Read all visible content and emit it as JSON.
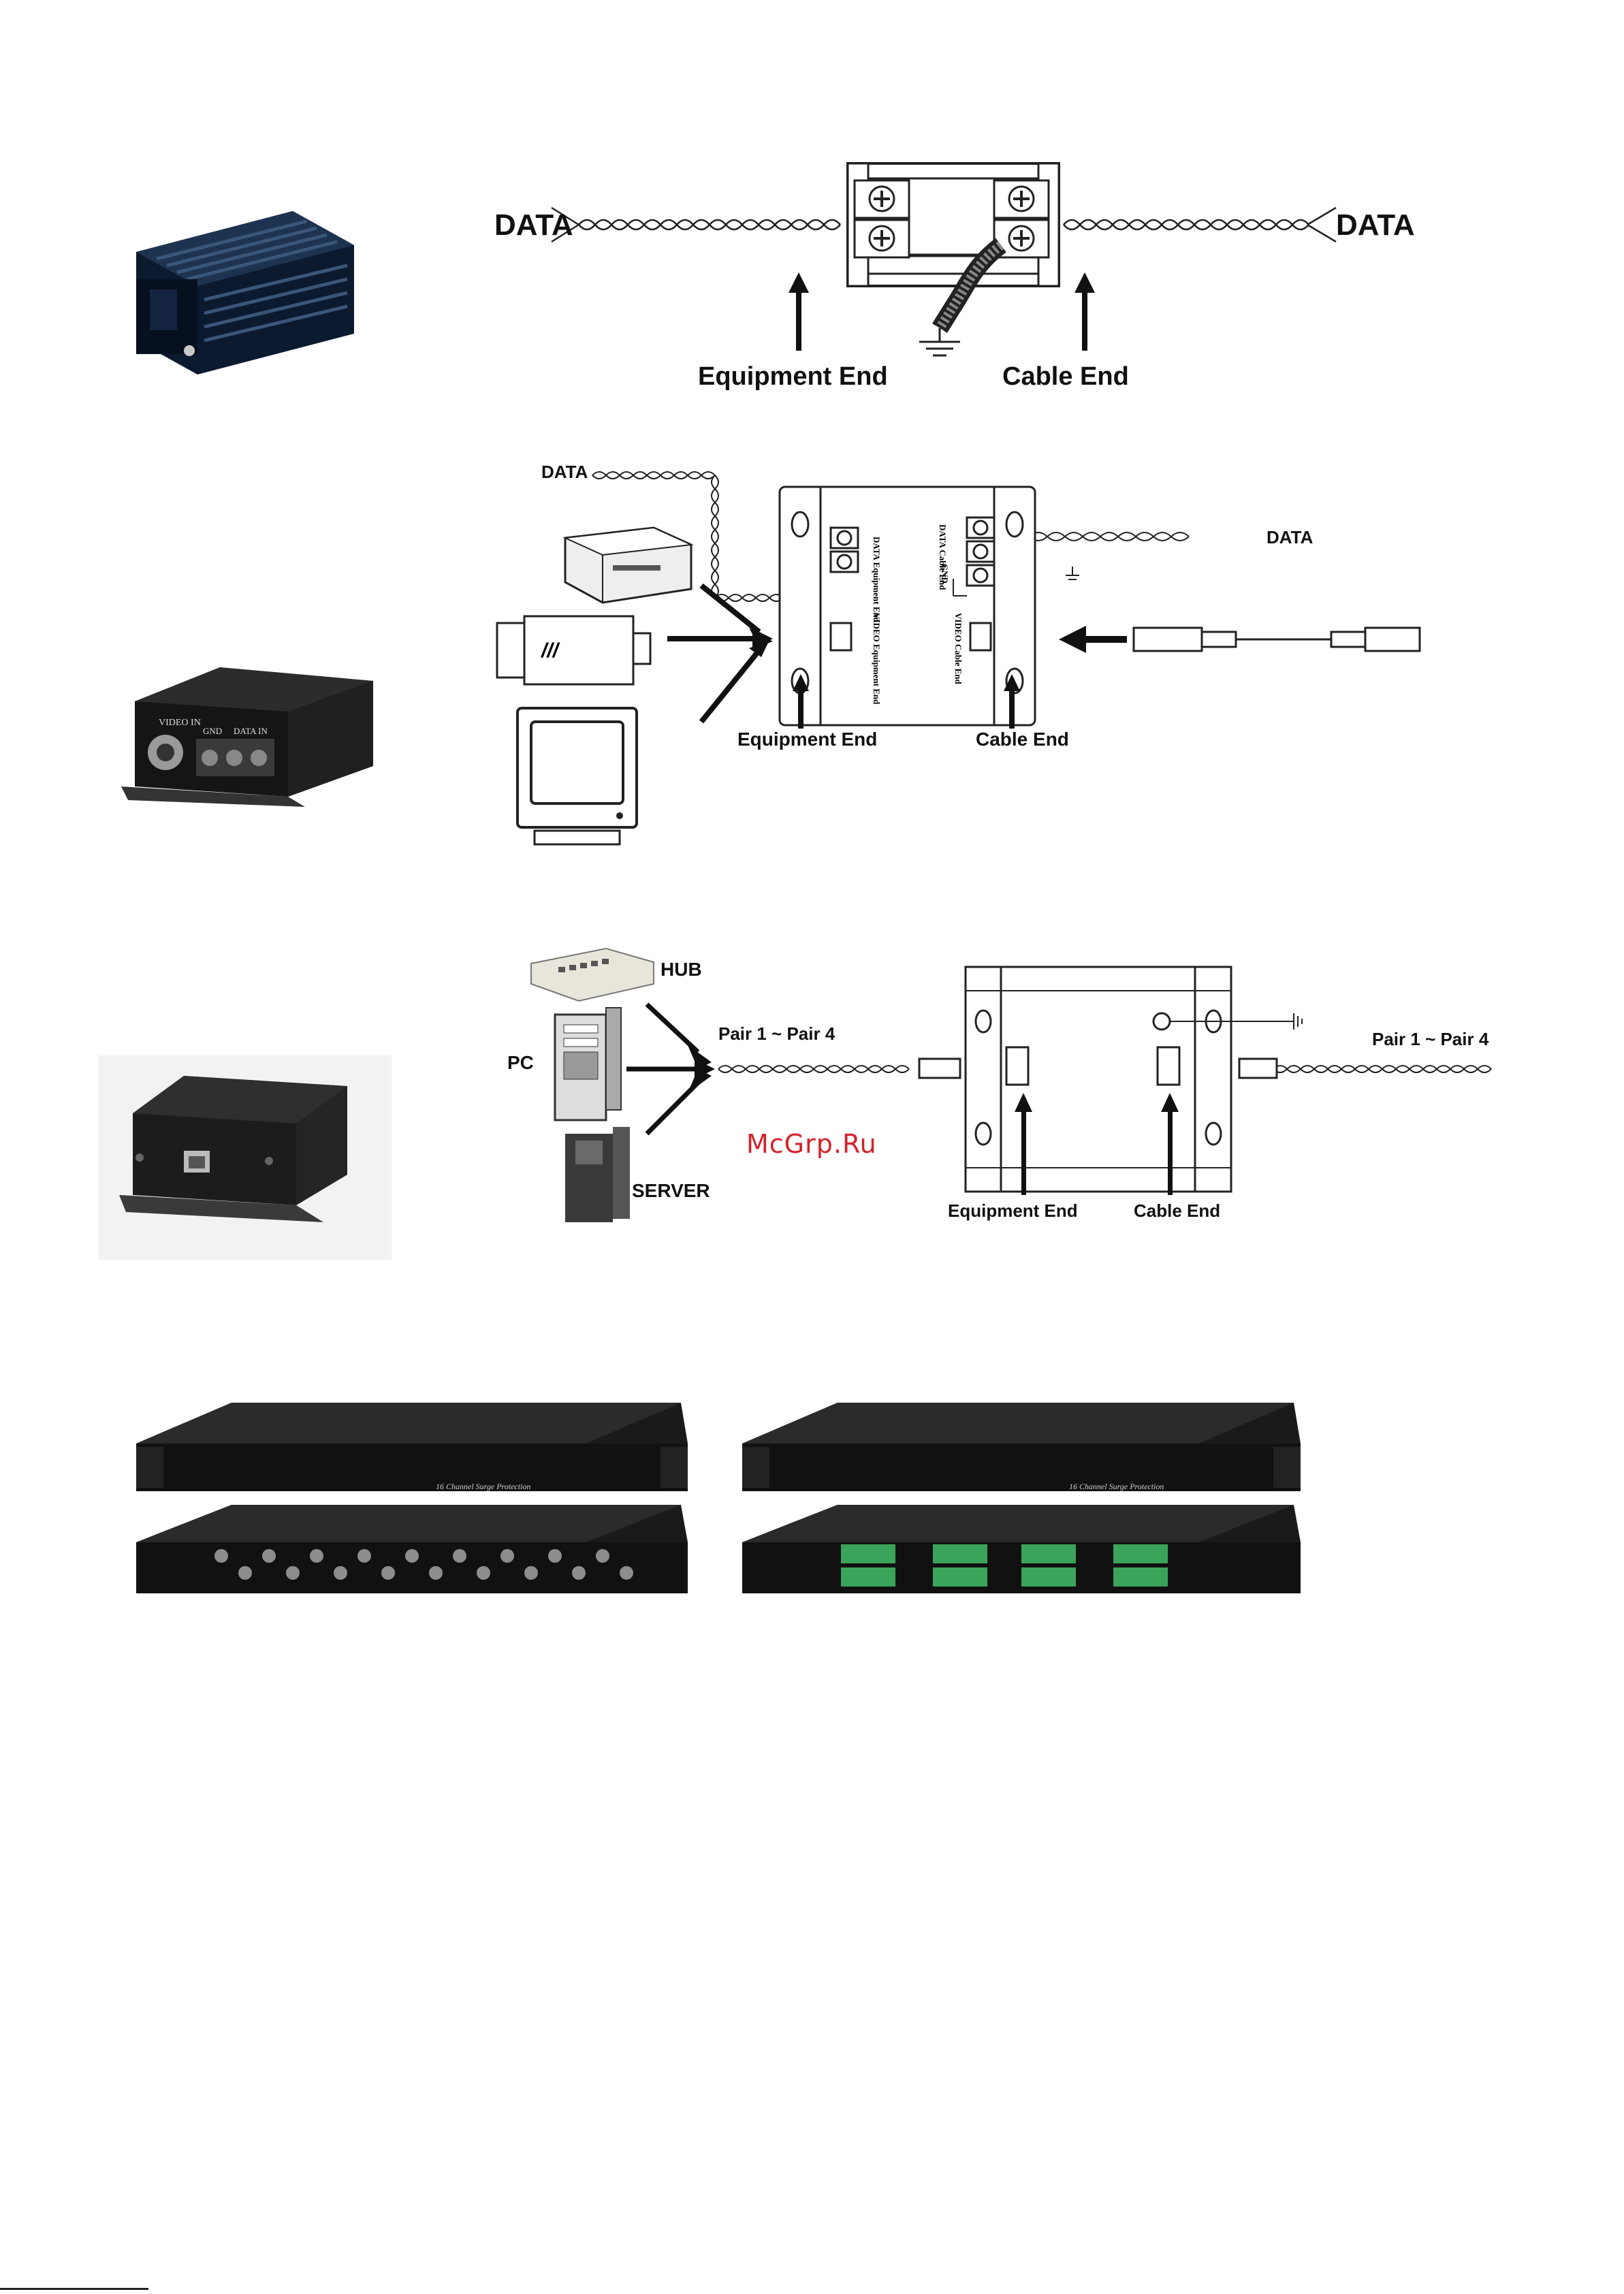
{
  "diagram1": {
    "data_left": "DATA",
    "data_right": "DATA",
    "equipment_end": "Equipment End",
    "cable_end": "Cable End"
  },
  "diagram2": {
    "data_left": "DATA",
    "data_right": "DATA",
    "equipment_end": "Equipment End",
    "cable_end": "Cable End",
    "term_data_eq": "DATA Equipment End",
    "term_data_cable": "DATA Cable End",
    "term_video_eq": "VIDEO Equipment End",
    "term_video_cable": "VIDEO Cable End",
    "gnd": "GND",
    "device_labels": {
      "video": "VIDEO IN",
      "gnd": "GND",
      "data": "DATA IN"
    }
  },
  "diagram3": {
    "hub": "HUB",
    "pc": "PC",
    "server": "SERVER",
    "pair_left": "Pair 1 ~ Pair 4",
    "pair_right": "Pair 1 ~ Pair 4",
    "equipment_end": "Equipment End",
    "cable_end": "Cable End"
  },
  "racks": {
    "left_caption": "16 Channel Surge Protection",
    "right_caption": "16 Channel Surge Protection"
  },
  "watermark": "McGrp.Ru"
}
